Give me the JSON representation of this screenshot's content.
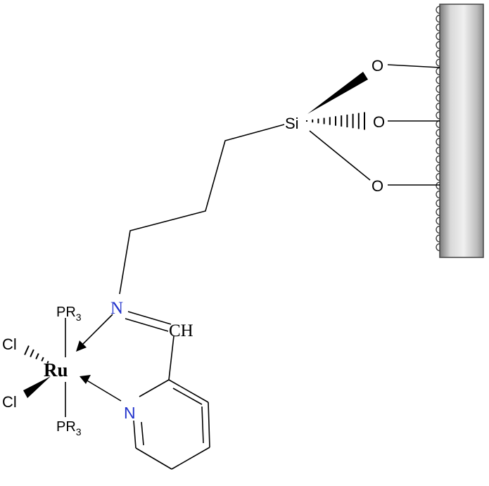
{
  "labels": {
    "si": "Si",
    "o_top": "O",
    "o_mid": "O",
    "o_bottom": "O",
    "n_imine": "N",
    "ch": "CH",
    "ru": "Ru",
    "pr3_top_main": "PR",
    "pr3_top_sub": "3",
    "pr3_bottom_main": "PR",
    "pr3_bottom_sub": "3",
    "cl_top": "Cl",
    "cl_bottom": "Cl",
    "n_pyridine": "N"
  },
  "colors": {
    "bond": "#000000",
    "nitrogen": "#2233cc",
    "support_light": "#e6e6e6",
    "support_dark": "#8a8a8a"
  }
}
